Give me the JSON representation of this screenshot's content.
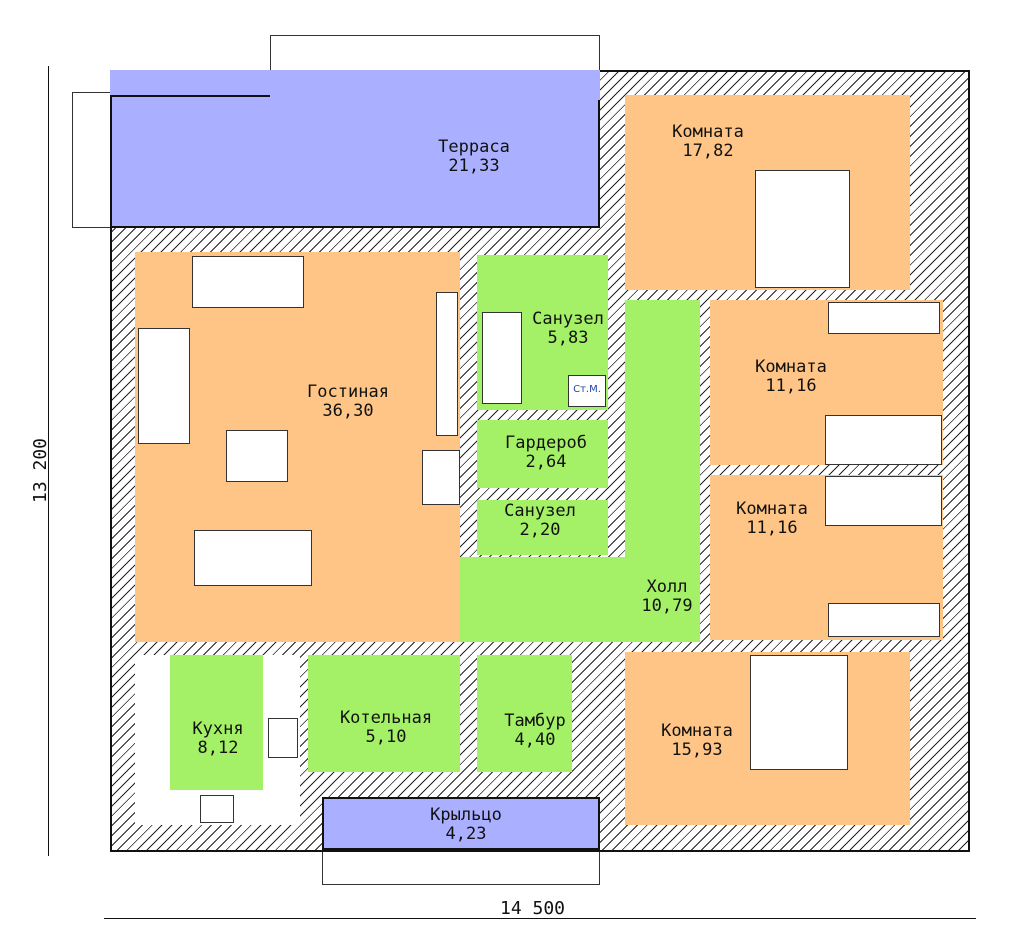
{
  "rooms": {
    "terrace": {
      "name": "Терраса",
      "area": "21,33"
    },
    "room1": {
      "name": "Комната",
      "area": "17,82"
    },
    "bath1": {
      "name": "Санузел",
      "area": "5,83"
    },
    "room2": {
      "name": "Комната",
      "area": "11,16"
    },
    "living": {
      "name": "Гостиная",
      "area": "36,30"
    },
    "wardrobe": {
      "name": "Гардероб",
      "area": "2,64"
    },
    "bath2": {
      "name": "Санузел",
      "area": "2,20"
    },
    "room3": {
      "name": "Комната",
      "area": "11,16"
    },
    "hall": {
      "name": "Холл",
      "area": "10,79"
    },
    "kitchen": {
      "name": "Кухня",
      "area": "8,12"
    },
    "boiler": {
      "name": "Котельная",
      "area": "5,10"
    },
    "vestibule": {
      "name": "Тамбур",
      "area": "4,40"
    },
    "room4": {
      "name": "Комната",
      "area": "15,93"
    },
    "porch": {
      "name": "Крыльцо",
      "area": "4,23"
    }
  },
  "washing_machine_label": "Ст.М.",
  "dimensions": {
    "height": "13 200",
    "width": "14 500"
  },
  "colors": {
    "living": "#ffc586",
    "wet": "#a4f066",
    "outdoor": "#aab0ff"
  }
}
